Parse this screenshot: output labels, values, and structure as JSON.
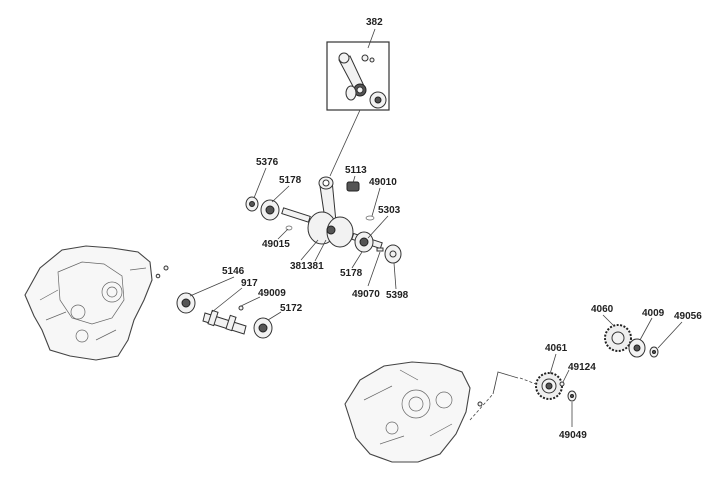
{
  "callouts": [
    {
      "id": "c382",
      "text": "382"
    },
    {
      "id": "c5376",
      "text": "5376"
    },
    {
      "id": "c5178a",
      "text": "5178"
    },
    {
      "id": "c5113",
      "text": "5113"
    },
    {
      "id": "c49010",
      "text": "49010"
    },
    {
      "id": "c5303",
      "text": "5303"
    },
    {
      "id": "c49015",
      "text": "49015"
    },
    {
      "id": "c381a",
      "text": "381"
    },
    {
      "id": "c381b",
      "text": "381"
    },
    {
      "id": "c5178b",
      "text": "5178"
    },
    {
      "id": "c49070",
      "text": "49070"
    },
    {
      "id": "c5398",
      "text": "5398"
    },
    {
      "id": "c5146",
      "text": "5146"
    },
    {
      "id": "c917",
      "text": "917"
    },
    {
      "id": "c49009",
      "text": "49009"
    },
    {
      "id": "c5172",
      "text": "5172"
    },
    {
      "id": "c4060",
      "text": "4060"
    },
    {
      "id": "c4009",
      "text": "4009"
    },
    {
      "id": "c49056",
      "text": "49056"
    },
    {
      "id": "c4061",
      "text": "4061"
    },
    {
      "id": "c49124",
      "text": "49124"
    },
    {
      "id": "c49049",
      "text": "49049"
    }
  ]
}
